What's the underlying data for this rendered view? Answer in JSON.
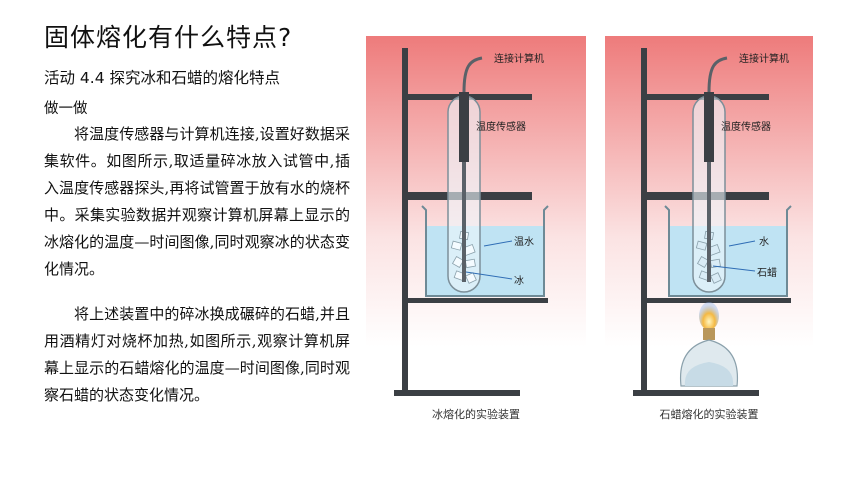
{
  "page": {
    "title": "固体熔化有什么特点?",
    "activity": "活动 4.4 探究冰和石蜡的熔化特点",
    "subheading": "做一做",
    "paragraph1": "将温度传感器与计算机连接,设置好数据采集软件。如图所示,取适量碎冰放入试管中,插入温度传感器探头,再将试管置于放有水的烧杯中。采集实验数据并观察计算机屏幕上显示的冰熔化的温度—时间图像,同时观察冰的状态变化情况。",
    "paragraph2": "将上述装置中的碎冰换成碾碎的石蜡,并且用酒精灯对烧杯加热,如图所示,观察计算机屏幕上显示的石蜡熔化的温度—时间图像,同时观察石蜡的状态变化情况。"
  },
  "figure_ice": {
    "label_computer": "连接计算机",
    "label_sensor": "温度传感器",
    "label_water": "温水",
    "label_ice": "冰",
    "caption": "冰熔化的实验装置"
  },
  "figure_wax": {
    "label_computer": "连接计算机",
    "label_sensor": "温度传感器",
    "label_water": "水",
    "label_wax": "石蜡",
    "caption": "石蜡熔化的实验装置"
  },
  "colors": {
    "background_top": "#ef7a7a",
    "water": "#bfe3f3",
    "stand": "#3b3f44"
  }
}
